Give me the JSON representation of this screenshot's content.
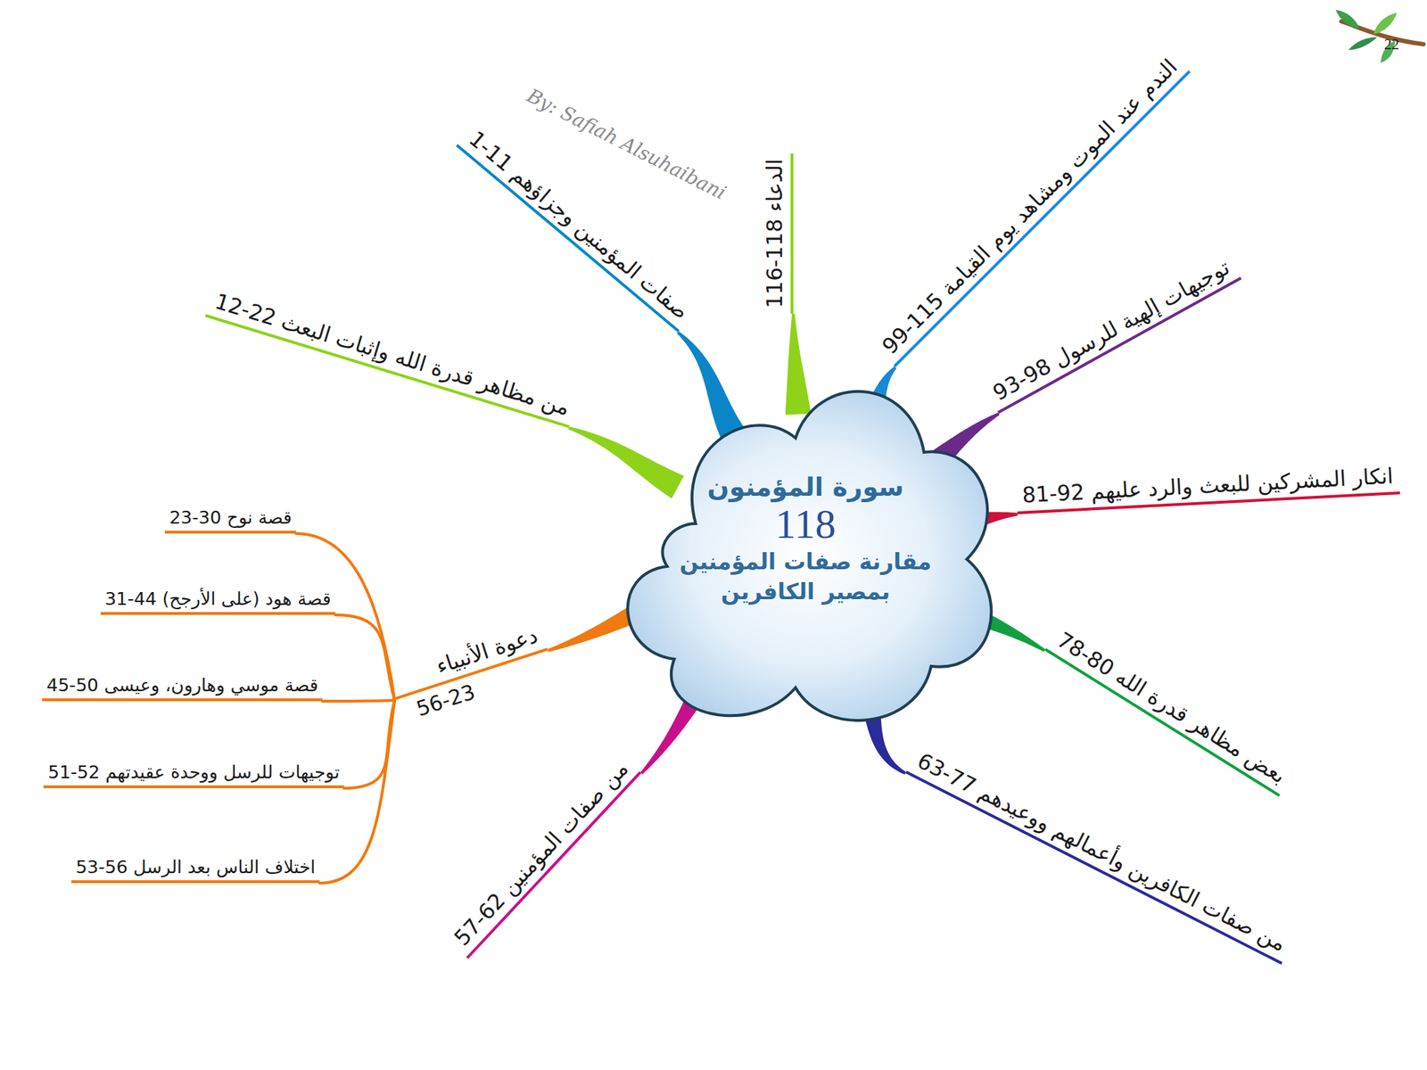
{
  "diagram": {
    "nodes": [
      {
        "text": [
          "سورة المؤمنون",
          "118",
          "مقارنة صفات المؤمنين بمصير الكافرين"
        ]
      },
      {
        "text": [
          "صفات المؤمنين وجزاؤهم 11-1"
        ]
      },
      {
        "text": [
          "من مظاهر قدرة الله وإثبات البعث 22-12"
        ]
      },
      {
        "text": [
          "دعوة الأنبياء",
          "56-23"
        ]
      },
      {
        "text": [
          "قصة نوح 30-23"
        ]
      },
      {
        "text": [
          "قصة هود (على الأرجح) 44-31"
        ]
      },
      {
        "text": [
          "قصة موسي وهارون، وعيسى 50-45"
        ]
      },
      {
        "text": [
          "توجيهات للرسل ووحدة عقيدتهم 52-51"
        ]
      },
      {
        "text": [
          "اختلاف الناس بعد الرسل 56-53"
        ]
      },
      {
        "text": [
          "من صفات المؤمنين 62-57"
        ]
      },
      {
        "text": [
          "من صفات الكافرين وأعمالهم ووعيدهم 77-63"
        ]
      },
      {
        "text": [
          "بعض مظاهر قدرة الله 80-78"
        ]
      },
      {
        "text": [
          "انكار المشركين للبعث والرد عليهم 92-81"
        ]
      },
      {
        "text": [
          "توجيهات إلهية للرسول 98-93"
        ]
      },
      {
        "text": [
          "الندم عند الموت ومشاهد يوم القيامة 115-99"
        ]
      },
      {
        "text": [
          "الدعاء 118-116"
        ]
      }
    ],
    "edges": [
      {
        "from": 0,
        "to": 1,
        "arrow": "none"
      },
      {
        "from": 0,
        "to": 2,
        "arrow": "none"
      },
      {
        "from": 0,
        "to": 3,
        "arrow": "none"
      },
      {
        "from": 3,
        "to": 4,
        "arrow": "none"
      },
      {
        "from": 3,
        "to": 5,
        "arrow": "none"
      },
      {
        "from": 3,
        "to": 6,
        "arrow": "none"
      },
      {
        "from": 3,
        "to": 7,
        "arrow": "none"
      },
      {
        "from": 3,
        "to": 8,
        "arrow": "none"
      },
      {
        "from": 0,
        "to": 9,
        "arrow": "none"
      },
      {
        "from": 0,
        "to": 10,
        "arrow": "none"
      },
      {
        "from": 0,
        "to": 11,
        "arrow": "none"
      },
      {
        "from": 0,
        "to": 12,
        "arrow": "none"
      },
      {
        "from": 0,
        "to": 13,
        "arrow": "none"
      },
      {
        "from": 0,
        "to": 14,
        "arrow": "none"
      },
      {
        "from": 0,
        "to": 15,
        "arrow": "none"
      }
    ],
    "labels": [
      "By: Safiah Alsuhaibani",
      "22"
    ]
  }
}
